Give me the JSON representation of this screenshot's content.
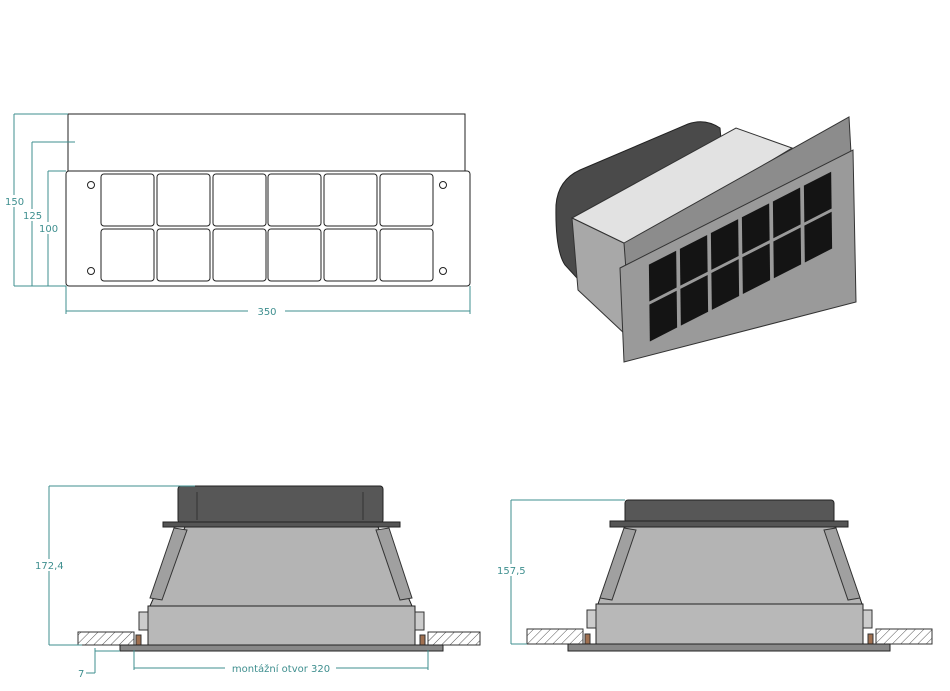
{
  "front_view": {
    "dim_height_total": "150",
    "dim_height_mid": "125",
    "dim_height_plate": "100",
    "dim_width": "350"
  },
  "side_view_left": {
    "dim_height": "172,4",
    "dim_plate_thickness": "7",
    "dim_mounting_opening": "montážní otvor 320"
  },
  "side_view_right": {
    "dim_height": "157,5"
  },
  "colors": {
    "dimension": "#3f8f8f",
    "duct": "#555555",
    "body": "#b4b4b4"
  }
}
